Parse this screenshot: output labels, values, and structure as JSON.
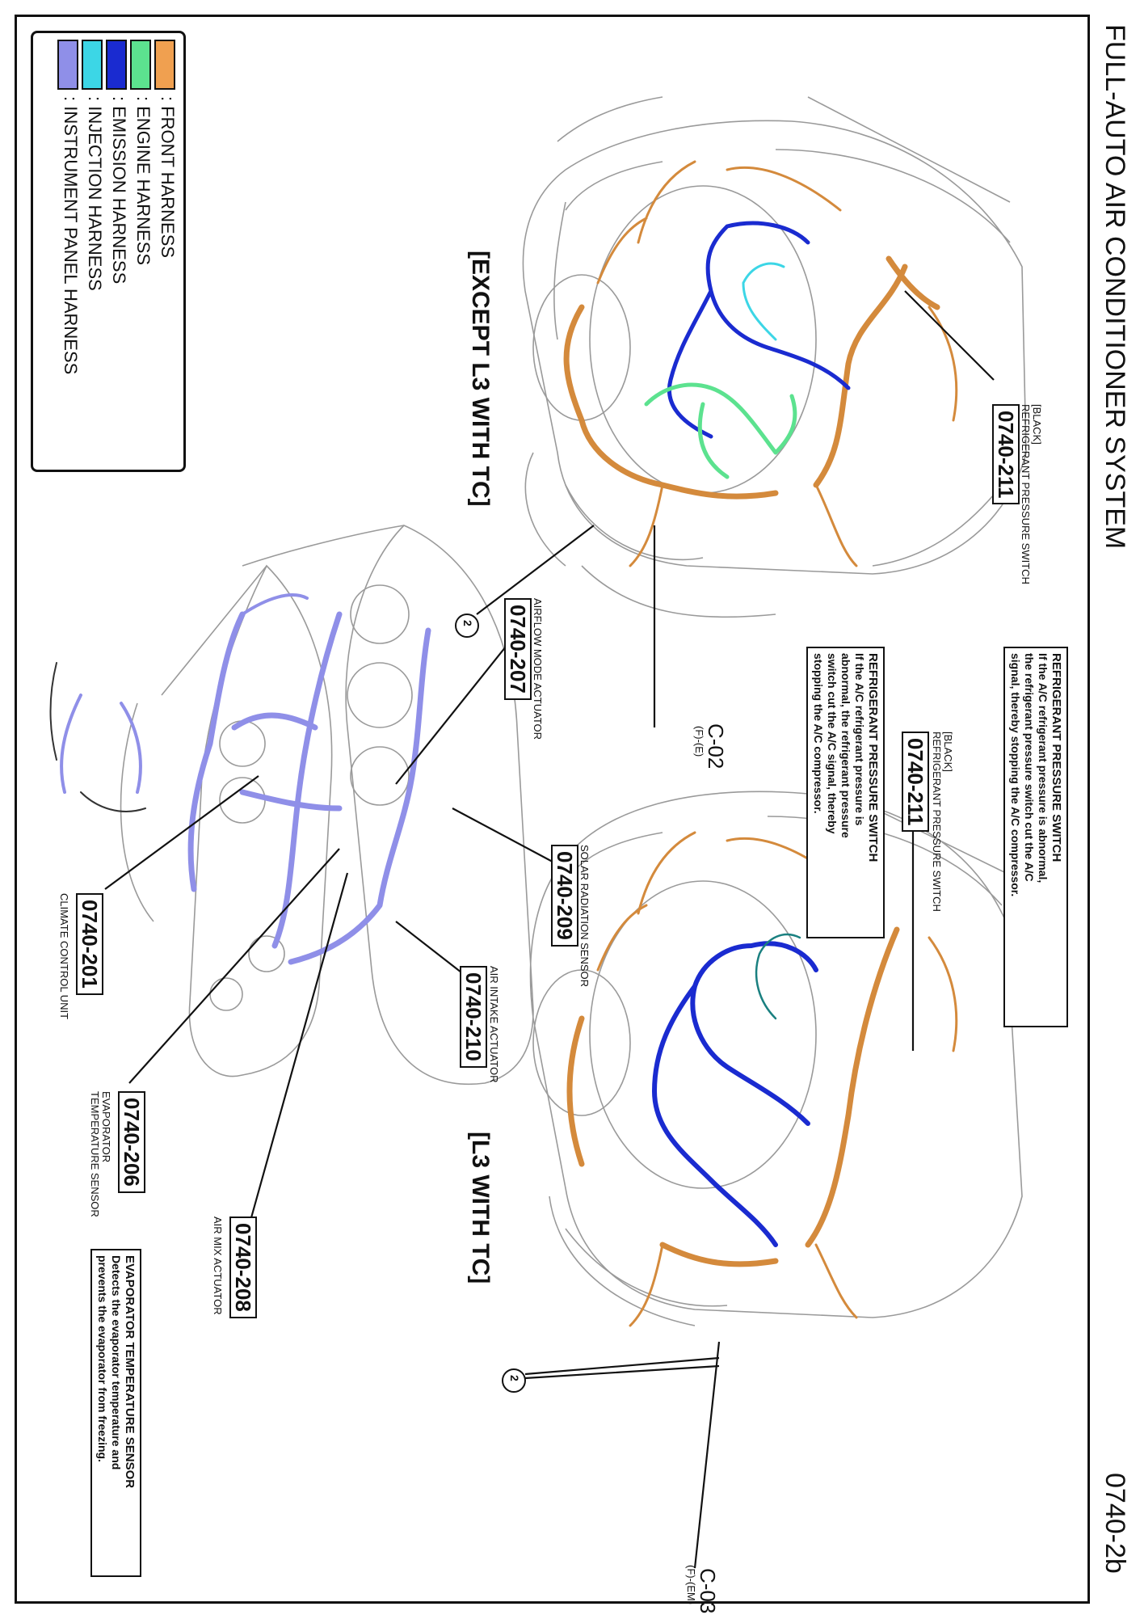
{
  "page": {
    "title": "FULL-AUTO AIR CONDITIONER SYSTEM",
    "page_number": "0740-2b"
  },
  "legend": {
    "items": [
      {
        "label": ": FRONT HARNESS",
        "color": "#f0a050"
      },
      {
        "label": ": ENGINE HARNESS",
        "color": "#5ce28f"
      },
      {
        "label": ": EMISSION HARNESS",
        "color": "#1a2bd0"
      },
      {
        "label": ": INJECTION HARNESS",
        "color": "#3cd6e6"
      },
      {
        "label": ": INSTRUMENT PANEL HARNESS",
        "color": "#8f8fe8"
      }
    ]
  },
  "sections": {
    "except": "[EXCEPT L3 WITH TC]",
    "l3": "[L3 WITH TC]"
  },
  "components": {
    "rps_top": {
      "code": "0740-211",
      "label": "REFRIGERANT PRESSURE SWITCH",
      "sub": "[BLACK]"
    },
    "rps_mid": {
      "code": "0740-211",
      "label": "REFRIGERANT PRESSURE SWITCH",
      "sub": "[BLACK]"
    },
    "airflow": {
      "code": "0740-207",
      "label": "AIRFLOW MODE ACTUATOR"
    },
    "solar": {
      "code": "0740-209",
      "label": "SOLAR RADIATION SENSOR"
    },
    "intake": {
      "code": "0740-210",
      "label": "AIR INTAKE ACTUATOR"
    },
    "climate": {
      "code": "0740-201",
      "label": "CLIMATE CONTROL UNIT"
    },
    "evap": {
      "code": "0740-206",
      "label1": "EVAPORATOR",
      "label2": "TEMPERATURE SENSOR"
    },
    "airmix": {
      "code": "0740-208",
      "label": "AIR MIX ACTUATOR"
    }
  },
  "connectors": {
    "c02": {
      "code": "C-02",
      "sub": "(F)-(E)"
    },
    "c03": {
      "code": "C-03",
      "sub": "(F)-(EM)"
    },
    "ref1": "2",
    "ref2": "2"
  },
  "notes": {
    "rps_note1": {
      "title": "REFRIGERANT PRESSURE SWITCH",
      "lines": [
        "If the A/C refrigerant pressure is abnormal,",
        "the refrigerant pressure switch cut the A/C",
        "signal, thereby stopping the A/C compressor."
      ]
    },
    "rps_note2": {
      "title": "REFRIGERANT PRESSURE SWITCH",
      "lines": [
        "If the A/C refrigerant pressure is",
        "abnormal, the refrigerant pressure",
        "switch cut the A/C signal, thereby",
        "stopping the A/C compressor."
      ]
    },
    "evap_note": {
      "title": "EVAPORATOR TEMPERATURE SENSOR",
      "lines": [
        "Detects the evaporator temperature and",
        "prevents the evaporator from freezing."
      ]
    }
  }
}
